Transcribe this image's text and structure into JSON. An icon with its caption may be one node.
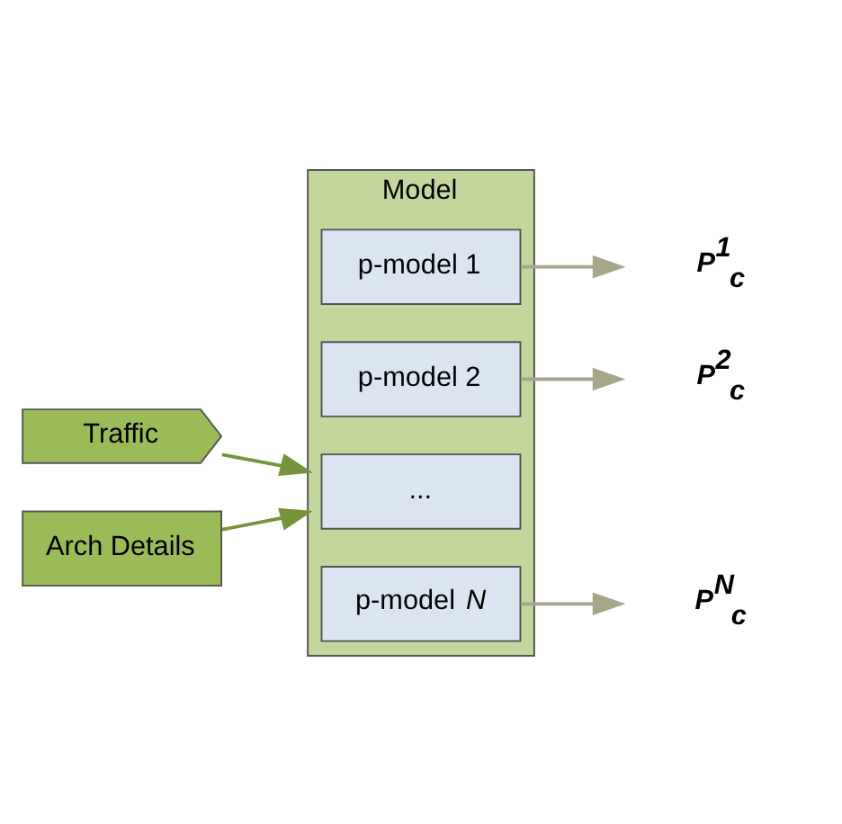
{
  "diagram": {
    "nodes": [
      {
        "text": [
          "Model"
        ]
      },
      {
        "text": [
          "p-model 1"
        ],
        "in": 0
      },
      {
        "text": [
          "p-model 2"
        ],
        "in": 0
      },
      {
        "text": [
          "..."
        ],
        "in": 0
      },
      {
        "text": [
          "p-model *N*"
        ],
        "in": 0
      },
      {
        "text": [
          "Traffic"
        ]
      },
      {
        "text": [
          "Arch Details"
        ]
      },
      {
        "text": [
          "P$^{1}$$_{c}$"
        ]
      },
      {
        "text": [
          "P$^{2}$$_{c}$"
        ]
      },
      {
        "text": [
          "P$^{N}$$_{c}$"
        ]
      }
    ],
    "edges": [
      {
        "from": 5,
        "to": 0,
        "arrow": "to",
        "color": "#77933c"
      },
      {
        "from": 6,
        "to": 0,
        "arrow": "to",
        "color": "#77933c"
      },
      {
        "from": 1,
        "to": 7,
        "arrow": "to"
      },
      {
        "from": 2,
        "to": 8,
        "arrow": "to"
      },
      {
        "from": 4,
        "to": 9,
        "arrow": "to"
      }
    ]
  }
}
